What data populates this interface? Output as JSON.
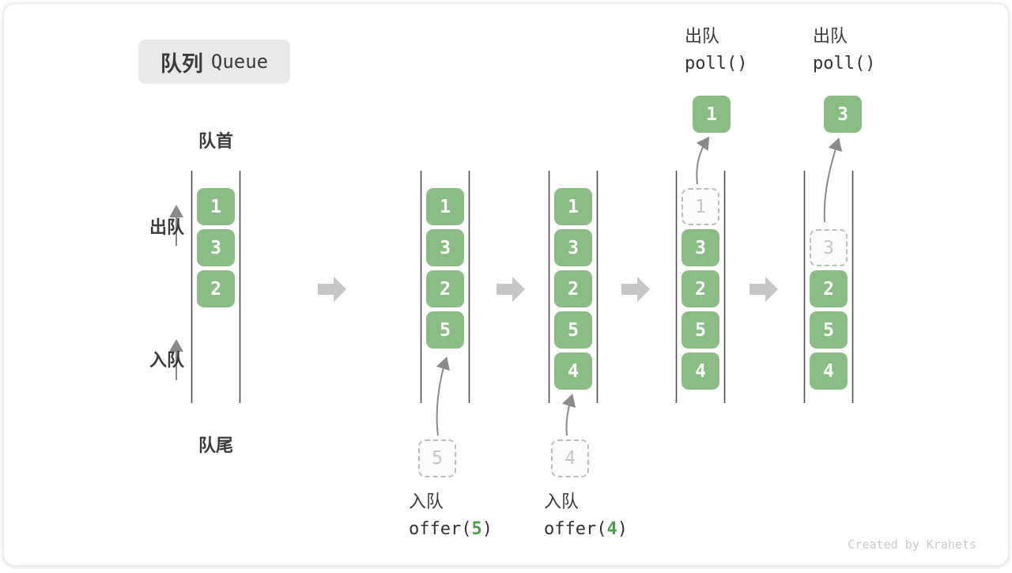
{
  "title": {
    "zh": "队列",
    "en": "Queue"
  },
  "labels": {
    "front": "队首",
    "rear": "队尾",
    "dequeue": "出队",
    "enqueue": "入队"
  },
  "queues": [
    {
      "cells": [
        "1",
        "3",
        "2"
      ]
    },
    {
      "cells": [
        "1",
        "3",
        "2",
        "5"
      ]
    },
    {
      "cells": [
        "1",
        "3",
        "2",
        "5",
        "4"
      ]
    },
    {
      "removed": "1",
      "cells": [
        "3",
        "2",
        "5",
        "4"
      ],
      "popped": "1"
    },
    {
      "removed": "3",
      "cells": [
        "2",
        "5",
        "4"
      ],
      "popped": "3"
    }
  ],
  "operations": {
    "offer5": {
      "action": "入队",
      "code_prefix": "offer(",
      "arg": "5",
      "code_suffix": ")",
      "staged": "5"
    },
    "offer4": {
      "action": "入队",
      "code_prefix": "offer(",
      "arg": "4",
      "code_suffix": ")",
      "staged": "4"
    },
    "poll1": {
      "action": "出队",
      "code": "poll()"
    },
    "poll2": {
      "action": "出队",
      "code": "poll()"
    }
  },
  "watermark": "Created by Krahets",
  "colors": {
    "box_green": "#8bbc86",
    "arg_green": "#4d9e4d",
    "line_gray": "#4d4d4d",
    "arrow_gray": "#8a8a8a",
    "block_arrow_gray": "#c6c6c6",
    "dashed_border": "#bdbdbd",
    "dashed_text": "#c6c6c6",
    "text_dark": "#3b3b3b",
    "title_bg": "#e9e9e9",
    "watermark_gray": "#c9c9c9"
  }
}
